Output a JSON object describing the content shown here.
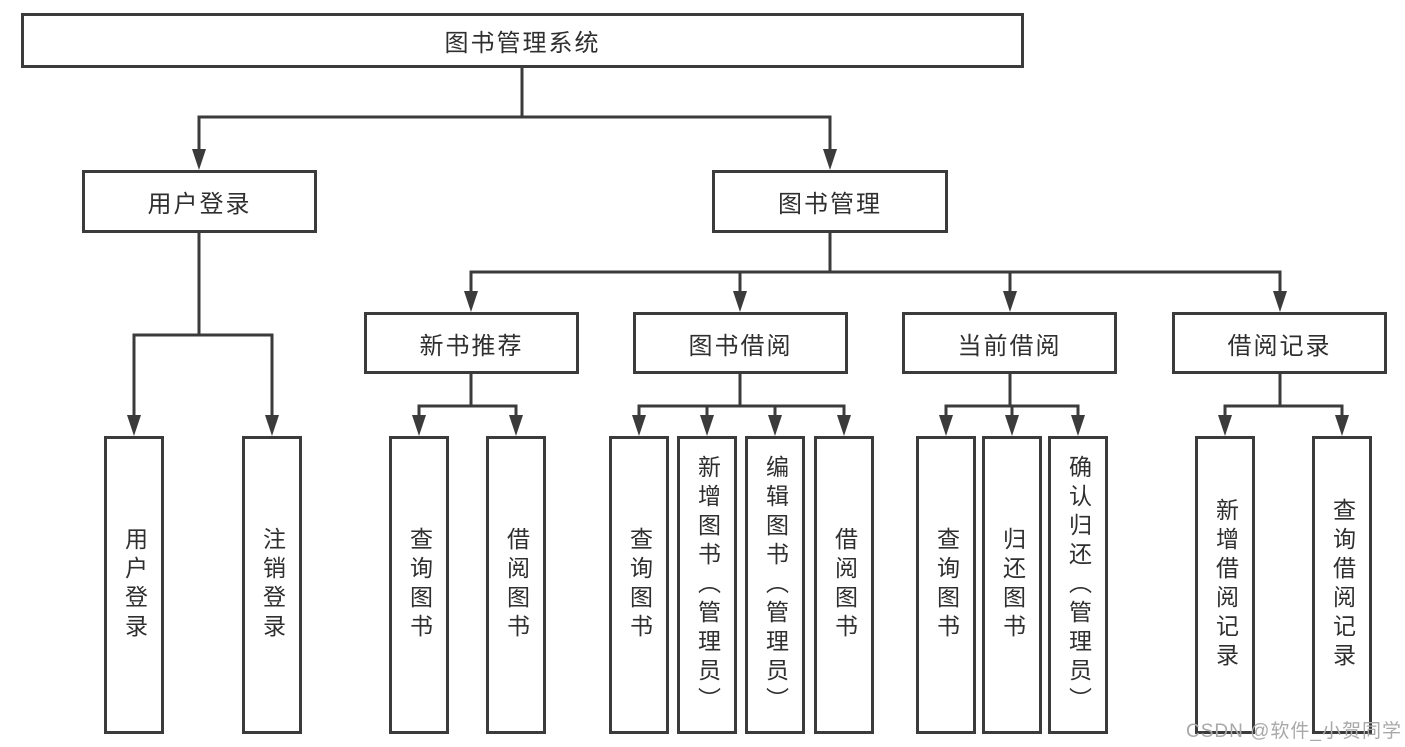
{
  "nodes": {
    "root": "图书管理系统",
    "user_login": "用户登录",
    "book_mgmt": "图书管理",
    "new_book_rec": "新书推荐",
    "book_borrow": "图书借阅",
    "current_borrow": "当前借阅",
    "borrow_record": "借阅记录",
    "leaf_user_login": "用户登录",
    "leaf_logout": "注销登录",
    "leaf_query_book_1": "查询图书",
    "leaf_borrow_book_1": "借阅图书",
    "leaf_query_book_2": "查询图书",
    "leaf_add_book_admin": "新增图书（管理员）",
    "leaf_edit_book_admin": "编辑图书（管理员）",
    "leaf_borrow_book_2": "借阅图书",
    "leaf_query_book_3": "查询图书",
    "leaf_return_book": "归还图书",
    "leaf_confirm_return_admin": "确认归还（管理员）",
    "leaf_add_borrow_record": "新增借阅记录",
    "leaf_query_borrow_record": "查询借阅记录"
  },
  "watermark": "CSDN @软件_小贺同学",
  "colors": {
    "line": "#3b3b3b",
    "text": "#2f2f2f",
    "watermark": "#a9a9a9",
    "background": "#ffffff"
  }
}
